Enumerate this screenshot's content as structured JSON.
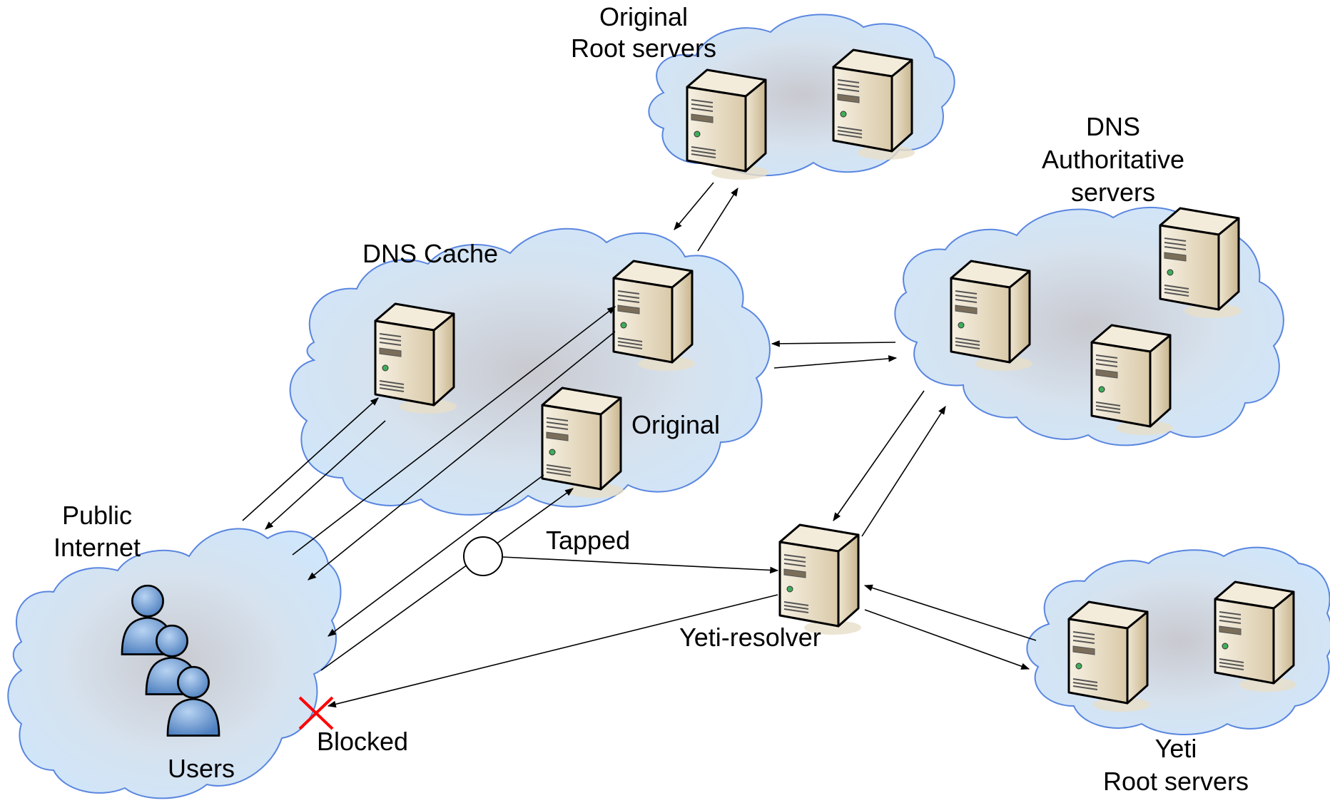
{
  "labels": {
    "original_root_line1": "Original",
    "original_root_line2": "Root servers",
    "dns_auth_line1": "DNS",
    "dns_auth_line2": "Authoritative",
    "dns_auth_line3": "servers",
    "dns_cache": "DNS Cache",
    "original": "Original",
    "public_internet_line1": "Public",
    "public_internet_line2": "Internet",
    "tapped": "Tapped",
    "yeti_resolver": "Yeti-resolver",
    "blocked": "Blocked",
    "users": "Users",
    "yeti_root_line1": "Yeti",
    "yeti_root_line2": "Root servers"
  },
  "icons": {
    "server": "server-icon",
    "user": "user-icon",
    "blocked": "red-x-icon",
    "tap": "tap-circle-icon"
  },
  "colors": {
    "cloud_fill": "#cfe3f7",
    "cloud_stroke": "#5a86e0",
    "server_body": "#e8dcc4",
    "user_fill": "#6f9fd6",
    "blocked_mark": "#ff0000"
  }
}
